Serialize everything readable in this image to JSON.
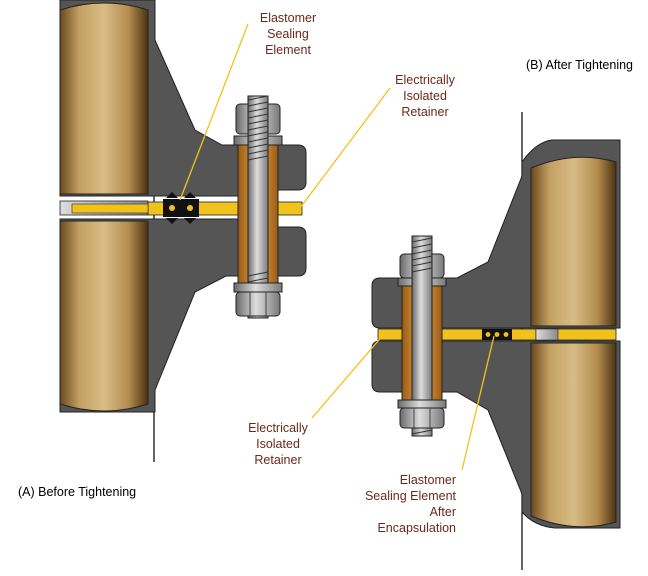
{
  "captions": {
    "before": "(A) Before Tightening",
    "after": "(B) After Tightening"
  },
  "callouts": {
    "a_seal": [
      "Elastomer",
      "Sealing",
      "Element"
    ],
    "a_retainer": [
      "Electrically",
      "Isolated",
      "Retainer"
    ],
    "b_retainer": [
      "Electrically",
      "Isolated",
      "Retainer"
    ],
    "b_seal": [
      "Elastomer",
      "Sealing Element",
      "After",
      "Encapsulation"
    ]
  },
  "colors": {
    "flange": "#555555",
    "pipe": "#c4a063",
    "gasket": "#f2c21c",
    "sleeve": "#d28a2c",
    "bolt": "#a6a6a6",
    "leader": "#f2c21c",
    "label_text": "#6a2a1a"
  }
}
